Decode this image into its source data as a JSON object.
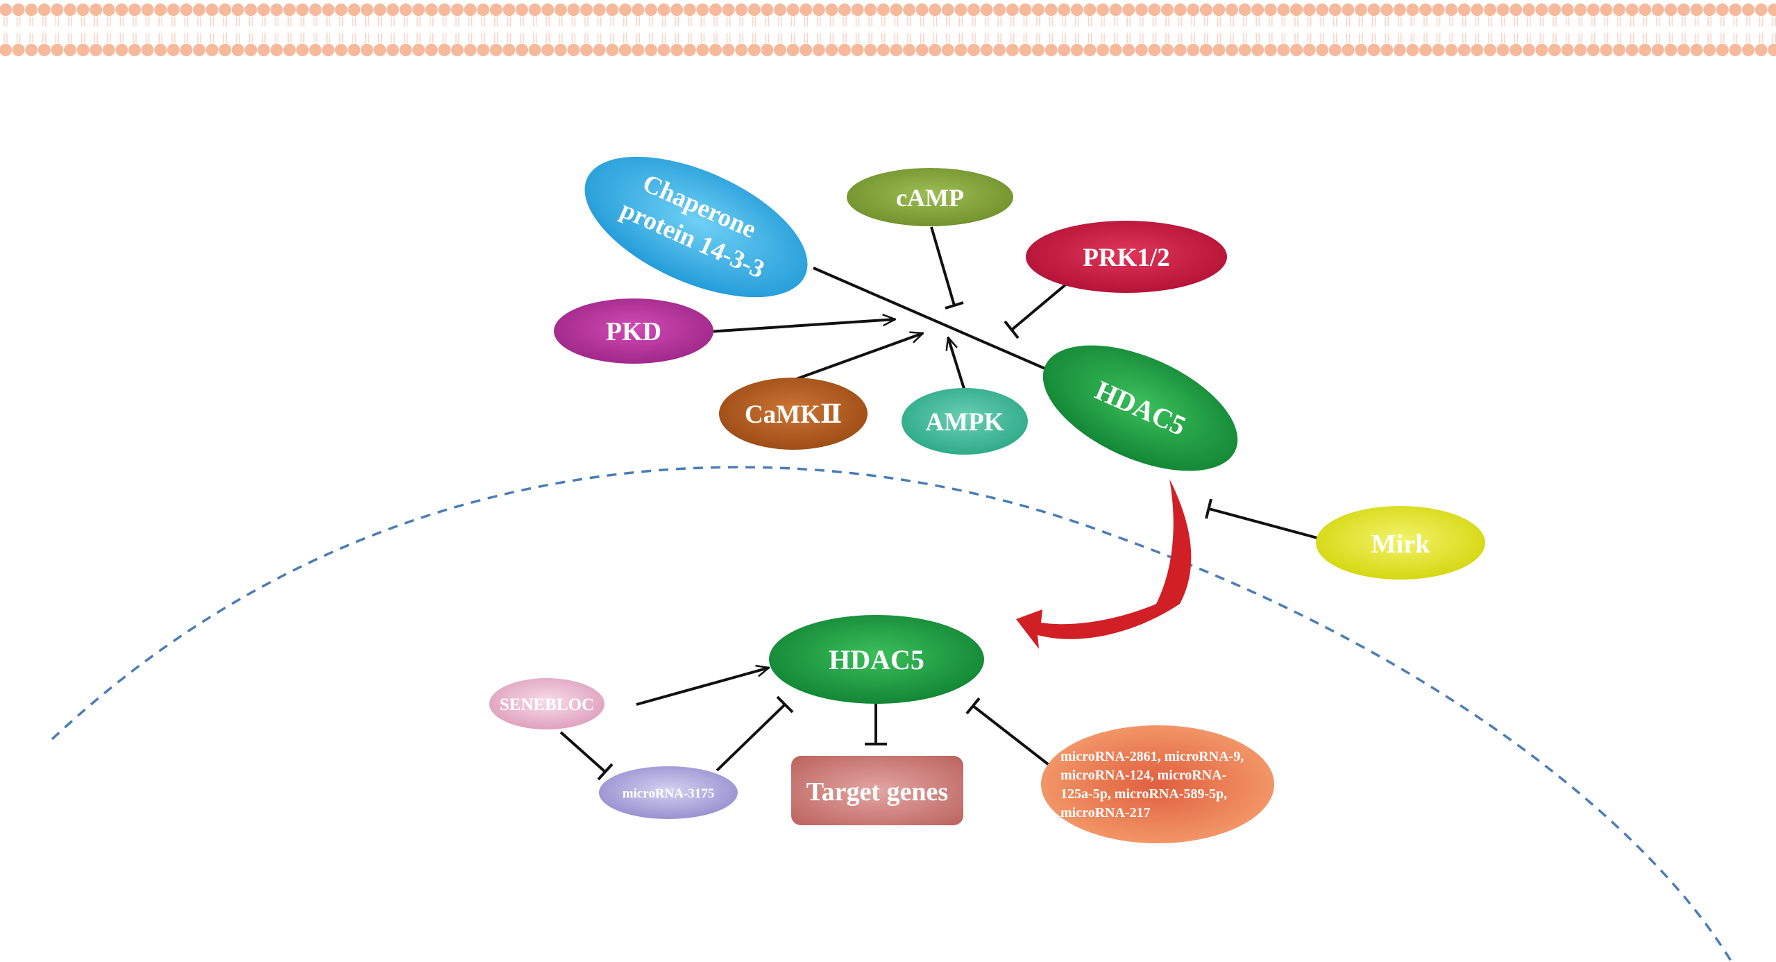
{
  "nodes": {
    "chaperone": {
      "line1": "Chaperone",
      "line2": "protein 14-3-3",
      "color": "#29A9E0"
    },
    "camp": {
      "label": "cAMP",
      "color": "#7E9F35"
    },
    "prk": {
      "label": "PRK1/2",
      "color": "#C8183E"
    },
    "pkd": {
      "label": "PKD",
      "color": "#B52E9A"
    },
    "camk": {
      "label": "CaMKⅡ",
      "color": "#B05A1F"
    },
    "ampk": {
      "label": "AMPK",
      "color": "#2FB896"
    },
    "hdac5_cyto": {
      "label": "HDAC5",
      "color": "#1E9A3E"
    },
    "mirk": {
      "label": "Mirk",
      "color": "#D9DB10"
    },
    "hdac5_nuc": {
      "label": "HDAC5",
      "color": "#1E9A3E"
    },
    "senebloc": {
      "label": "SENEBLOC",
      "color": "#E3A9C4"
    },
    "mir3175": {
      "label": "microRNA-3175",
      "color": "#9A93D2"
    },
    "target": {
      "label": "Target genes",
      "color": "#C6706C"
    },
    "mirlist": {
      "line1": "microRNA-2861, microRNA-9,",
      "line2": "microRNA-124, microRNA-",
      "line3": "125a-5p, microRNA-589-5p,",
      "line4": "microRNA-217",
      "color": "#EF8E5B"
    }
  },
  "colors": {
    "membrane": "#F6B99C",
    "nucleus_border": "#4A7DB5",
    "translocation_arrow": "#D11F26",
    "edge": "#111111"
  }
}
